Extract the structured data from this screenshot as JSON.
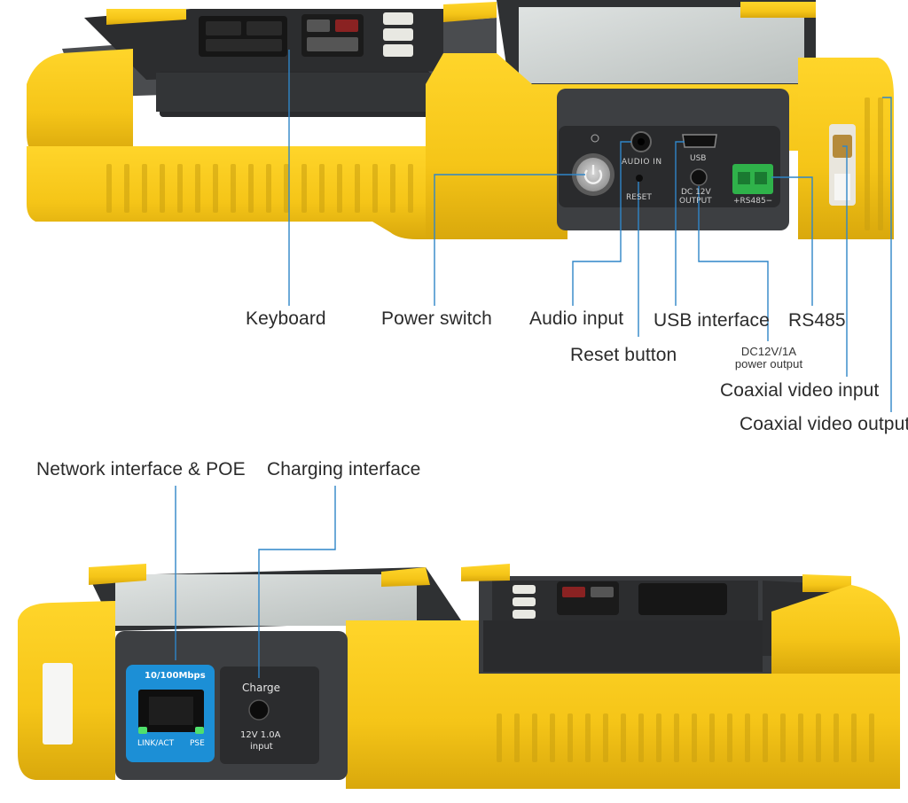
{
  "top_view": {
    "panel_labels": {
      "audio_in": "AUDIO IN",
      "reset": "RESET",
      "usb": "USB",
      "dc12v": "DC 12V",
      "dc_output": "OUTPUT",
      "rs485": "+RS485−"
    },
    "callouts": {
      "keyboard": "Keyboard",
      "power_switch": "Power switch",
      "audio_input": "Audio input",
      "usb_interface": "USB interface",
      "rs485": "RS485",
      "reset_button": "Reset button",
      "dc_power_output_line1": "DC12V/1A",
      "dc_power_output_line2": "power output",
      "coaxial_video_input": "Coaxial video input",
      "coaxial_video_output": "Coaxial video output"
    }
  },
  "bottom_view": {
    "panel_labels": {
      "speed": "10/100Mbps",
      "link_act": "LINK/ACT",
      "pse": "PSE",
      "charge": "Charge",
      "charge_spec_line1": "12V 1.0A",
      "charge_spec_line2": "input"
    },
    "callouts": {
      "network_interface": "Network interface & POE",
      "charging_interface": "Charging interface"
    }
  },
  "colors": {
    "device_yellow": "#f5c518",
    "device_yellow_dark": "#d9a80c",
    "panel_gray": "#3d3f42",
    "panel_dark": "#2a2b2d",
    "callout_line": "#2f86c8",
    "rj45_blue": "#1c8fd6",
    "terminal_green": "#2fb24a"
  }
}
